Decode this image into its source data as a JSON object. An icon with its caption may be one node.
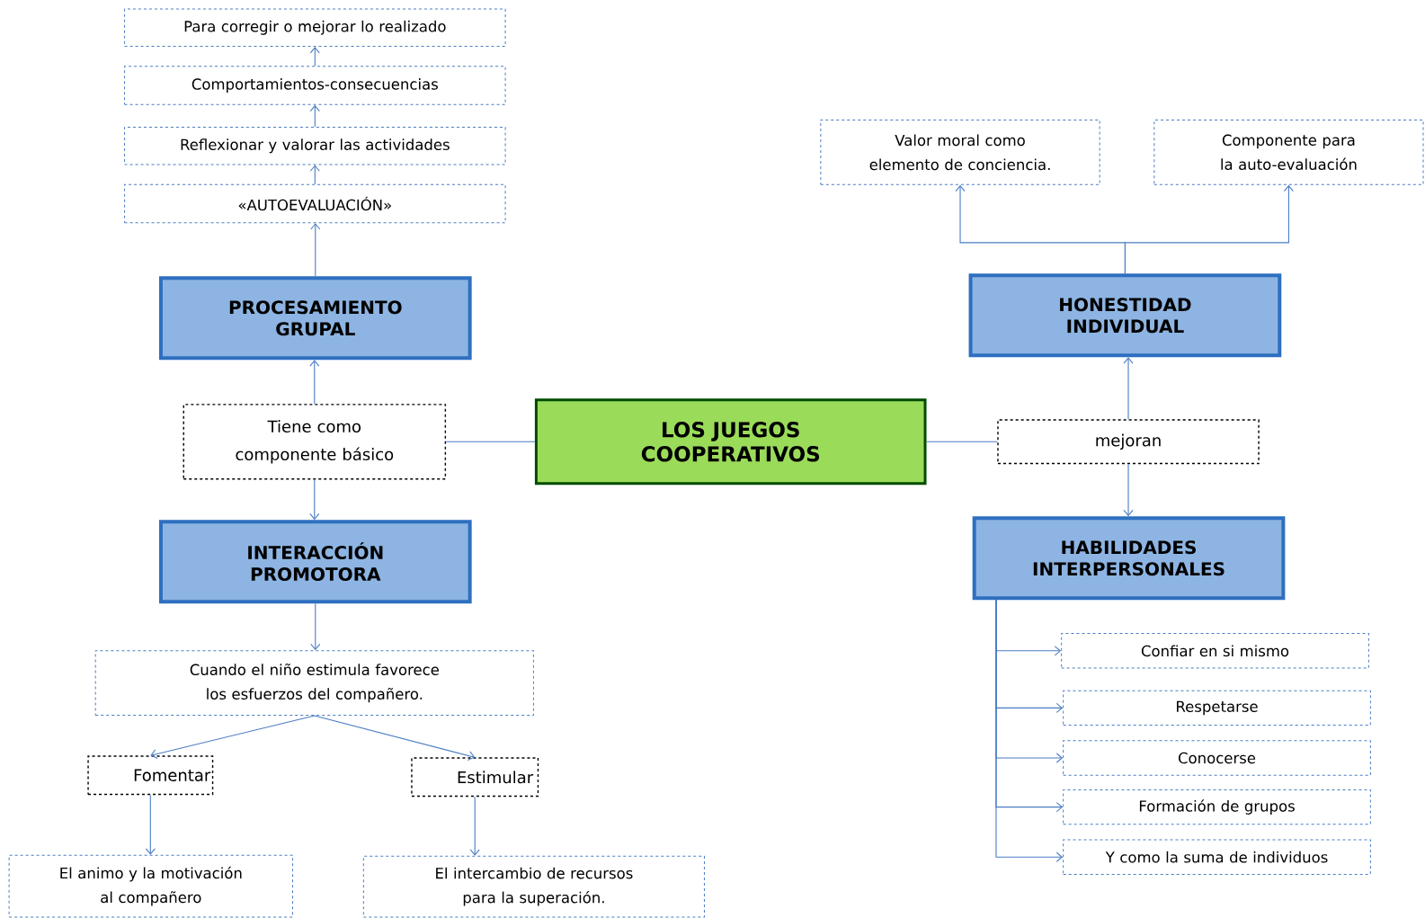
{
  "diagram": {
    "nodes": [
      {
        "text": [
          "LOS JUEGOS COOPERATIVOS"
        ]
      },
      {
        "text": [
          "Tiene como componente básico"
        ]
      },
      {
        "text": [
          "PROCESAMIENTO GRUPAL"
        ]
      },
      {
        "text": [
          "«AUTOEVALUACIÓN»"
        ]
      },
      {
        "text": [
          "Reflexionar y valorar las actividades"
        ]
      },
      {
        "text": [
          "Comportamientos-consecuencias"
        ]
      },
      {
        "text": [
          "Para corregir o mejorar lo realizado"
        ]
      },
      {
        "text": [
          "INTERACCIÓN PROMOTORA"
        ]
      },
      {
        "text": [
          "Cuando el niño estimula favorece los esfuerzos del compañero."
        ]
      },
      {
        "text": [
          "Fomentar"
        ]
      },
      {
        "text": [
          "Estimular"
        ]
      },
      {
        "text": [
          "El animo y la motivación al compañero"
        ]
      },
      {
        "text": [
          "El intercambio de recursos para la superación."
        ]
      },
      {
        "text": [
          "mejoran"
        ]
      },
      {
        "text": [
          "HONESTIDAD INDIVIDUAL"
        ]
      },
      {
        "text": [
          "Valor moral como elemento de conciencia."
        ]
      },
      {
        "text": [
          "Componente para la auto-evaluación"
        ]
      },
      {
        "text": [
          "HABILIDADES INTERPERSONALES"
        ]
      },
      {
        "text": [
          "Confiar en si mismo"
        ]
      },
      {
        "text": [
          "Respetarse"
        ]
      },
      {
        "text": [
          "Conocerse"
        ]
      },
      {
        "text": [
          "Formación de grupos"
        ]
      },
      {
        "text": [
          "Y como la suma de individuos"
        ]
      }
    ],
    "edges": [
      {
        "from": 0,
        "to": 1,
        "arrow": "none"
      },
      {
        "from": 1,
        "to": 2,
        "arrow": "to"
      },
      {
        "from": 1,
        "to": 7,
        "arrow": "to"
      },
      {
        "from": 2,
        "to": 3,
        "arrow": "to"
      },
      {
        "from": 3,
        "to": 4,
        "arrow": "to"
      },
      {
        "from": 4,
        "to": 5,
        "arrow": "to"
      },
      {
        "from": 5,
        "to": 6,
        "arrow": "to"
      },
      {
        "from": 7,
        "to": 8,
        "arrow": "to"
      },
      {
        "from": 8,
        "to": 9,
        "arrow": "to"
      },
      {
        "from": 8,
        "to": 10,
        "arrow": "to"
      },
      {
        "from": 9,
        "to": 11,
        "arrow": "to"
      },
      {
        "from": 10,
        "to": 12,
        "arrow": "to"
      },
      {
        "from": 0,
        "to": 13,
        "arrow": "none"
      },
      {
        "from": 13,
        "to": 14,
        "arrow": "to"
      },
      {
        "from": 13,
        "to": 17,
        "arrow": "to"
      },
      {
        "from": 14,
        "to": 15,
        "arrow": "to"
      },
      {
        "from": 14,
        "to": 16,
        "arrow": "to"
      },
      {
        "from": 17,
        "to": 18,
        "arrow": "to"
      },
      {
        "from": 17,
        "to": 19,
        "arrow": "to"
      },
      {
        "from": 17,
        "to": 20,
        "arrow": "to"
      },
      {
        "from": 17,
        "to": 21,
        "arrow": "to"
      },
      {
        "from": 17,
        "to": 22,
        "arrow": "to"
      }
    ]
  }
}
